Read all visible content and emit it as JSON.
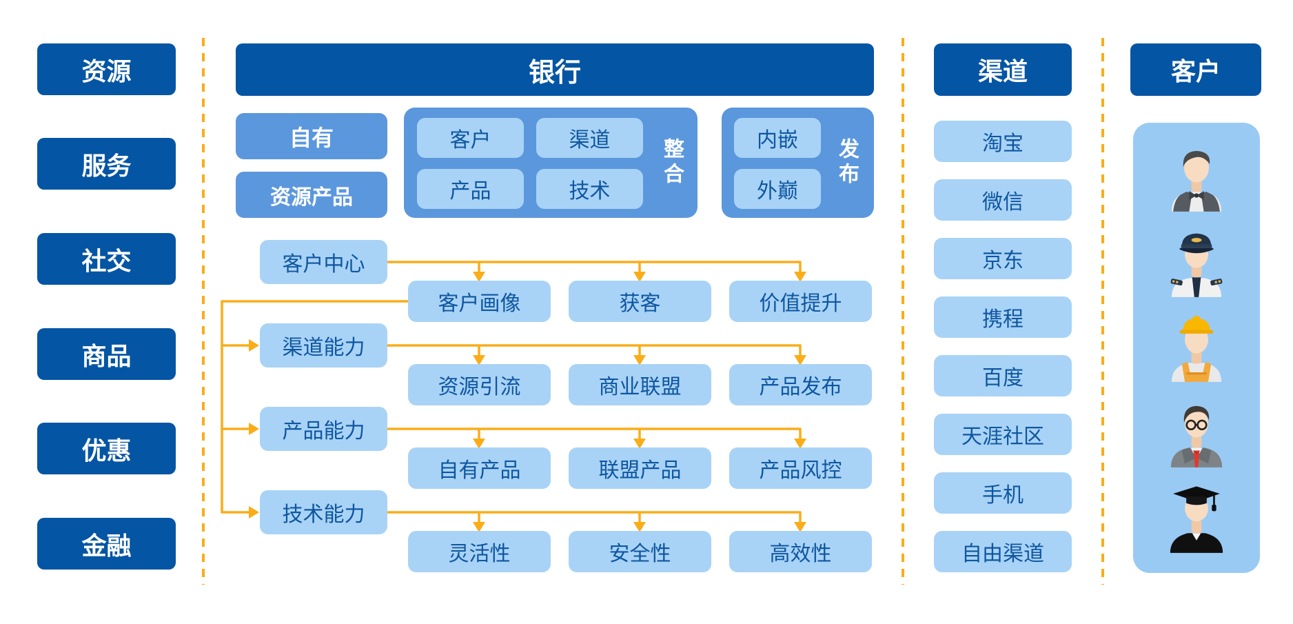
{
  "resources_column": {
    "items": [
      "资源",
      "服务",
      "社交",
      "商品",
      "优惠",
      "金融"
    ]
  },
  "bank": {
    "title": "银行",
    "own_label": "自有",
    "resource_products_label": "资源产品",
    "integration_group": {
      "label": "整合",
      "items": [
        "客户",
        "渠道",
        "产品",
        "技术"
      ]
    },
    "release_group": {
      "label": "发布",
      "items": [
        "内嵌",
        "外巅"
      ]
    },
    "capability_rows": [
      {
        "header": "客户中心",
        "items": [
          "客户画像",
          "获客",
          "价值提升"
        ]
      },
      {
        "header": "渠道能力",
        "items": [
          "资源引流",
          "商业联盟",
          "产品发布"
        ]
      },
      {
        "header": "产品能力",
        "items": [
          "自有产品",
          "联盟产品",
          "产品风控"
        ]
      },
      {
        "header": "技术能力",
        "items": [
          "灵活性",
          "安全性",
          "高效性"
        ]
      }
    ]
  },
  "channels_column": {
    "title": "渠道",
    "items": [
      "淘宝",
      "微信",
      "京东",
      "携程",
      "百度",
      "天涯社区",
      "手机",
      "自由渠道"
    ]
  },
  "customers_column": {
    "title": "客户",
    "avatars": [
      "waiter",
      "pilot",
      "construction-worker",
      "businessman",
      "graduate"
    ]
  },
  "colors": {
    "dark_blue": "#0455A4",
    "medium_blue": "#5B97DD",
    "light_blue": "#A8D3F6",
    "panel_blue": "#99CAF4",
    "text_blue": "#0F56A0",
    "arrow_orange": "#FAAD18"
  }
}
